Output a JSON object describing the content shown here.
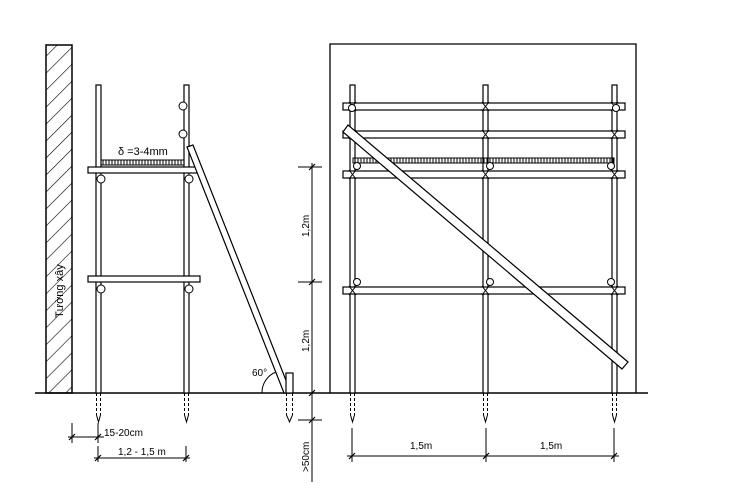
{
  "labels": {
    "wall": "Tường xây",
    "thickness": "δ =3-4mm",
    "angle": "60°",
    "gap": "15-20cm",
    "spacing": "1,2 - 1,5 m",
    "height_upper": "1,2m",
    "height_lower": "1,2m",
    "depth": ">50cm",
    "bay_left": "1,5m",
    "bay_right": "1,5m"
  }
}
